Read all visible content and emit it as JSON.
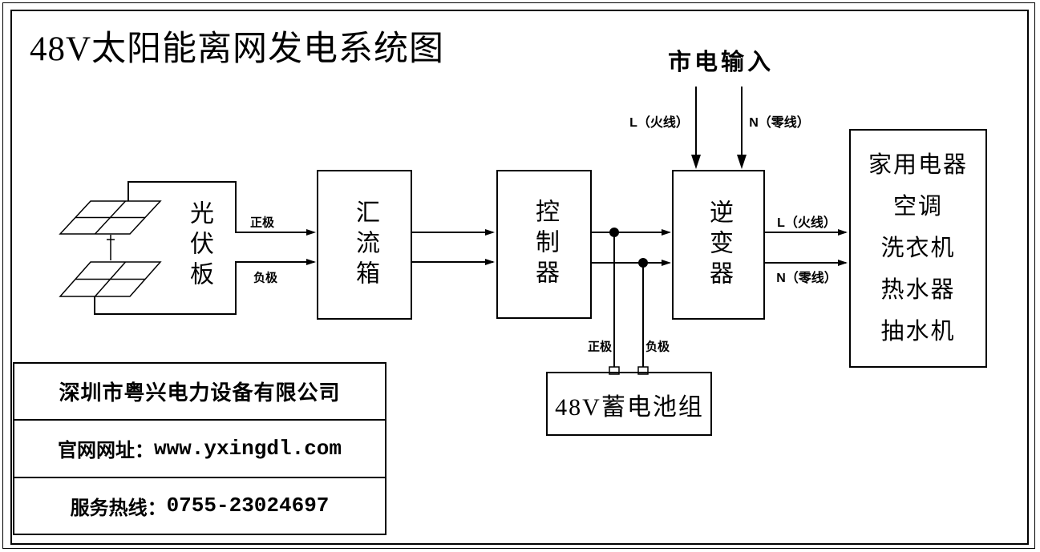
{
  "title": "48V太阳能离网发电系统图",
  "diagram": {
    "pv_panel_label": "光伏板",
    "combiner_label": "汇流箱",
    "controller_label": "控制器",
    "inverter_label": "逆变器",
    "battery_label": "48V蓄电池组",
    "mains_label": "市电输入",
    "wire_labels": {
      "pv_positive": "正极",
      "pv_negative": "负极",
      "battery_positive": "正极",
      "battery_negative": "负极",
      "mains_live": "L（火线）",
      "mains_neutral": "N（零线）",
      "output_live": "L（火线）",
      "output_neutral": "N（零线）"
    },
    "appliances": [
      "家用电器",
      "空调",
      "洗衣机",
      "热水器",
      "抽水机"
    ]
  },
  "company": {
    "name": "深圳市粤兴电力设备有限公司",
    "website_label": "官网网址：",
    "website": "www.yxingdl.com",
    "hotline_label": "服务热线：",
    "hotline": "0755-23024697"
  },
  "colors": {
    "line": "#000000",
    "background": "#ffffff"
  }
}
